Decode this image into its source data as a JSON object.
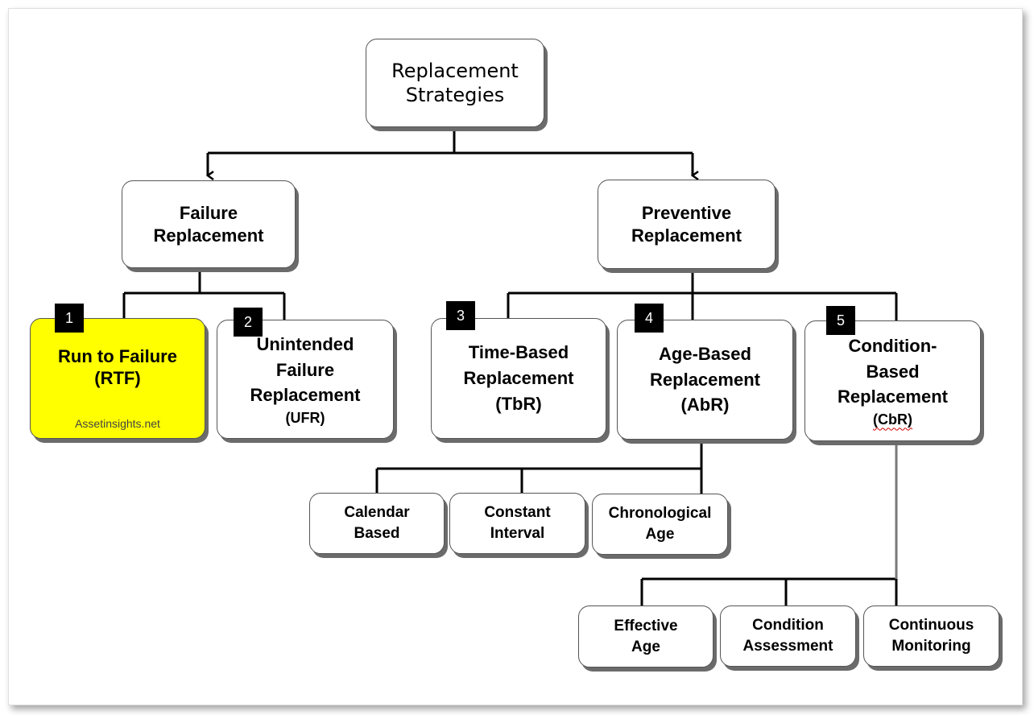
{
  "root": {
    "label": "Replacement\nStrategies"
  },
  "failure": {
    "label": "Failure\nReplacement"
  },
  "preventive": {
    "label": "Preventive\nReplacement"
  },
  "rtf": {
    "number": "1",
    "label": "Run to Failure\n(RTF)",
    "watermark": "Assetinsights.net",
    "color": "#ffff00"
  },
  "ufr": {
    "number": "2",
    "label": "Unintended\nFailure\nReplacement",
    "abbr": "(UFR)"
  },
  "tbr": {
    "number": "3",
    "label": "Time-Based\nReplacement\n(TbR)"
  },
  "abr": {
    "number": "4",
    "label": "Age-Based\nReplacement\n(AbR)"
  },
  "cbr": {
    "number": "5",
    "label": "Condition-\nBased\nReplacement",
    "abbr": "(CbR)"
  },
  "age_children": [
    {
      "label": "Calendar\nBased"
    },
    {
      "label": "Constant\nInterval"
    },
    {
      "label": "Chronological\nAge"
    }
  ],
  "condition_children": [
    {
      "label": "Effective\nAge"
    },
    {
      "label": "Condition\nAssessment"
    },
    {
      "label": "Continuous\nMonitoring"
    }
  ]
}
